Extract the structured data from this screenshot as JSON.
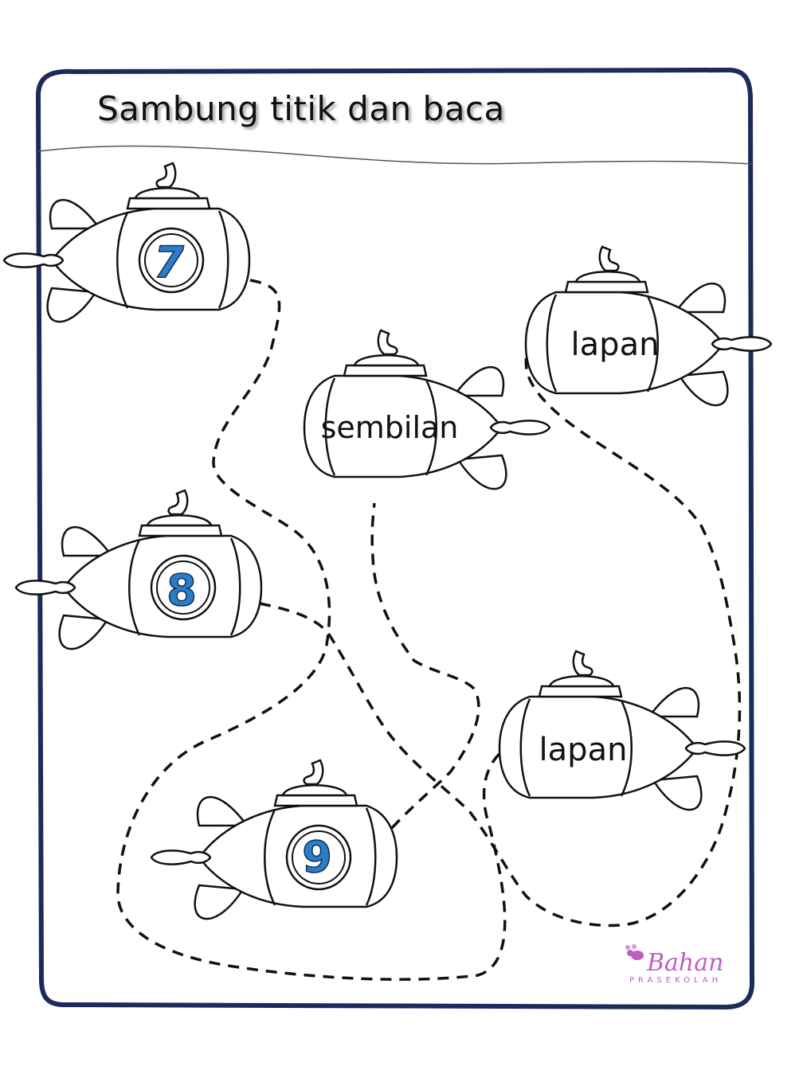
{
  "title": "Sambung titik dan baca",
  "submarines": [
    {
      "label": "7",
      "kind": "number"
    },
    {
      "label": "lapan",
      "kind": "word"
    },
    {
      "label": "sembilan",
      "kind": "word"
    },
    {
      "label": "8",
      "kind": "number"
    },
    {
      "label": "lapan",
      "kind": "word"
    },
    {
      "label": "9",
      "kind": "number"
    }
  ],
  "logo": {
    "word": "Bahan",
    "sub": "PRASEKOLAH"
  },
  "colors": {
    "frame": "#1d2a5c",
    "number": "#2d7cc6",
    "logo": "#c05bc4"
  }
}
